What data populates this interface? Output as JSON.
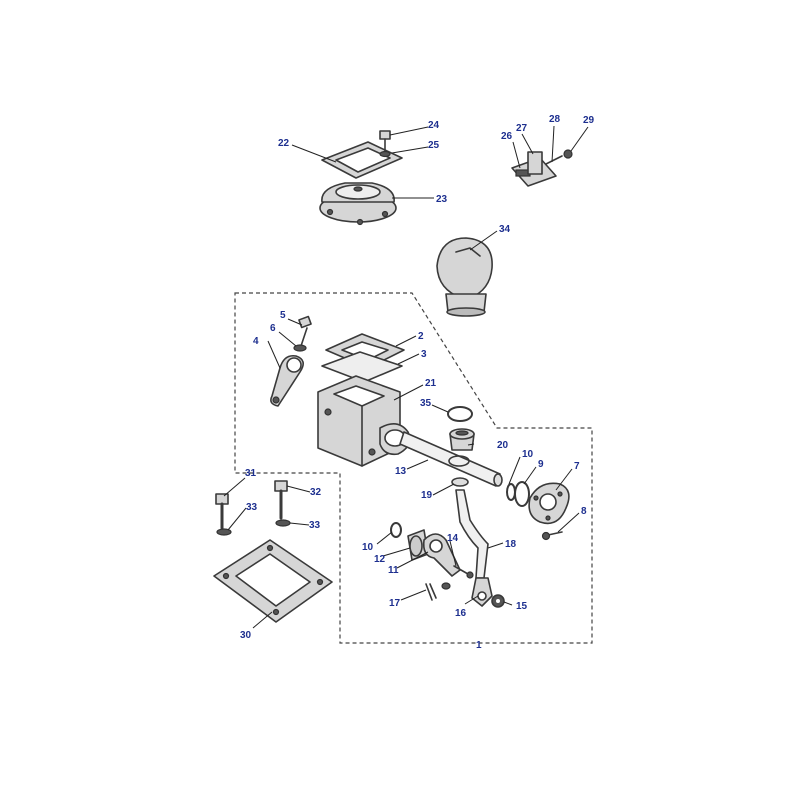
{
  "diagram": {
    "callouts": [
      {
        "id": "c1",
        "label": "1"
      },
      {
        "id": "c2",
        "label": "2"
      },
      {
        "id": "c3",
        "label": "3"
      },
      {
        "id": "c4",
        "label": "4"
      },
      {
        "id": "c5",
        "label": "5"
      },
      {
        "id": "c6",
        "label": "6"
      },
      {
        "id": "c7",
        "label": "7"
      },
      {
        "id": "c8",
        "label": "8"
      },
      {
        "id": "c9",
        "label": "9"
      },
      {
        "id": "c10a",
        "label": "10"
      },
      {
        "id": "c10b",
        "label": "10"
      },
      {
        "id": "c11",
        "label": "11"
      },
      {
        "id": "c12",
        "label": "12"
      },
      {
        "id": "c13",
        "label": "13"
      },
      {
        "id": "c14",
        "label": "14"
      },
      {
        "id": "c15",
        "label": "15"
      },
      {
        "id": "c16",
        "label": "16"
      },
      {
        "id": "c17",
        "label": "17"
      },
      {
        "id": "c18",
        "label": "18"
      },
      {
        "id": "c19",
        "label": "19"
      },
      {
        "id": "c20",
        "label": "20"
      },
      {
        "id": "c21",
        "label": "21"
      },
      {
        "id": "c22",
        "label": "22"
      },
      {
        "id": "c23",
        "label": "23"
      },
      {
        "id": "c24",
        "label": "24"
      },
      {
        "id": "c25",
        "label": "25"
      },
      {
        "id": "c26",
        "label": "26"
      },
      {
        "id": "c27",
        "label": "27"
      },
      {
        "id": "c28",
        "label": "28"
      },
      {
        "id": "c29",
        "label": "29"
      },
      {
        "id": "c30",
        "label": "30"
      },
      {
        "id": "c31",
        "label": "31"
      },
      {
        "id": "c32",
        "label": "32"
      },
      {
        "id": "c33a",
        "label": "33"
      },
      {
        "id": "c33b",
        "label": "33"
      },
      {
        "id": "c34",
        "label": "34"
      },
      {
        "id": "c35",
        "label": "35"
      }
    ]
  }
}
